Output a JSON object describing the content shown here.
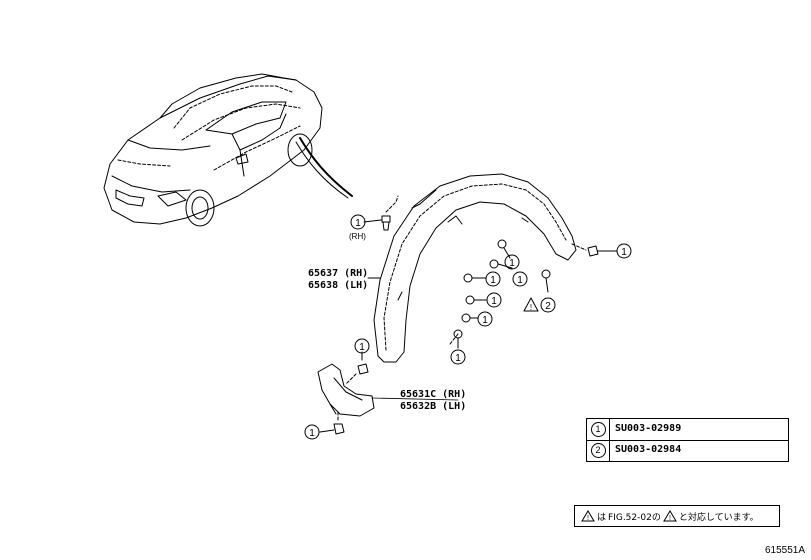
{
  "labels": {
    "fender_liner_rh": "65637 (RH)",
    "fender_liner_lh": "65638 (LH)",
    "bracket_rh": "65631C (RH)",
    "bracket_lh": "65632B (LH)",
    "rh_note": "(RH)"
  },
  "callouts": {
    "one": "1",
    "two": "2"
  },
  "legend": {
    "rows": [
      {
        "symbol": "1",
        "code": "SU003-02989"
      },
      {
        "symbol": "2",
        "code": "SU003-02984"
      }
    ]
  },
  "note": {
    "prefix": "は",
    "middle": "FIG.52-02の",
    "suffix": "と対応しています。"
  },
  "figure_id": "615551A",
  "colors": {
    "line": "#000000",
    "background": "#ffffff"
  }
}
